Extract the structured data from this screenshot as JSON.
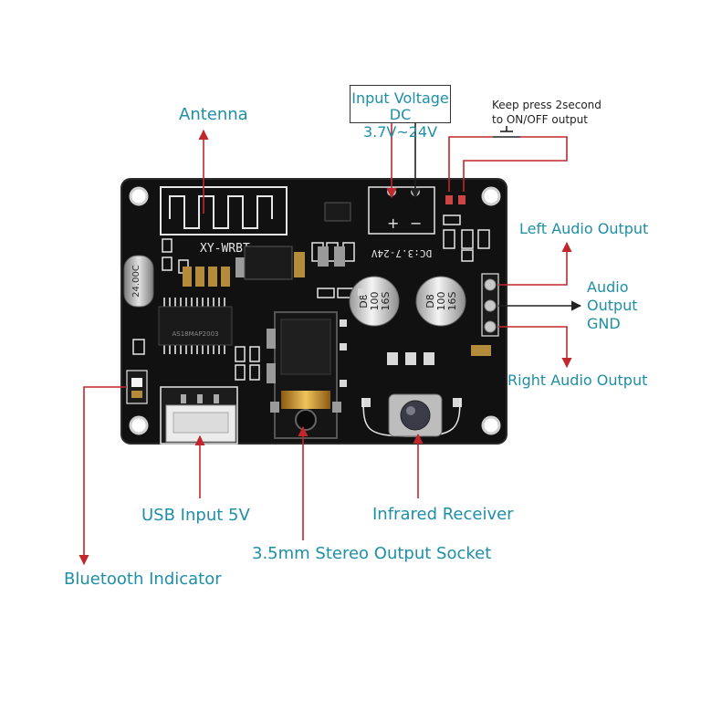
{
  "labels": {
    "antenna": "Antenna",
    "input_voltage_line1": "Input Voltage",
    "input_voltage_line2": "DC 3.7V~24V",
    "keep_press_line1": "Keep press 2second",
    "keep_press_line2": "to ON/OFF output",
    "left_audio": "Left Audio Output",
    "audio_output_gnd_1": "Audio",
    "audio_output_gnd_2": "Output",
    "audio_output_gnd_3": "GND",
    "right_audio": "Right Audio Output",
    "usb_input": "USB Input 5V",
    "infrared": "Infrared Receiver",
    "stereo_socket": "3.5mm Stereo Output Socket",
    "bt_indicator": "Bluetooth Indicator"
  },
  "board_text": {
    "model": "XY-WRBT",
    "voltage": "DC:3.7-24V",
    "plus": "+",
    "minus": "−",
    "crystal": "24.00C",
    "chip": "AS18MAP2003",
    "cap_line1": "D8",
    "cap_line2": "100",
    "cap_line3": "16S"
  },
  "colors": {
    "label": "#1e8fa6",
    "leader": "#c0282d",
    "board": "#111111",
    "silkscreen": "#e6e6e6"
  }
}
